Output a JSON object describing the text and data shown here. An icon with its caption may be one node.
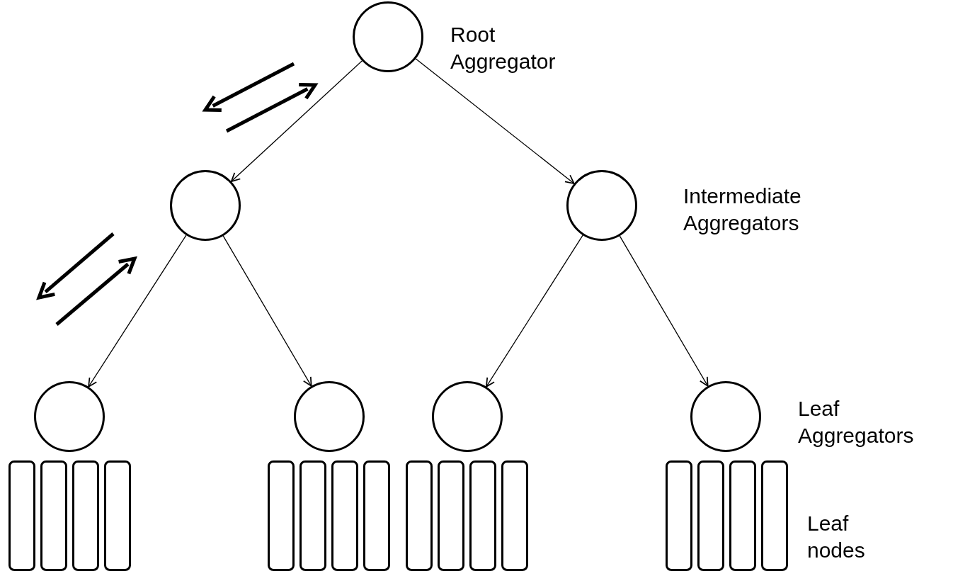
{
  "diagram": {
    "nodes": [
      {
        "text": [],
        "shape": "circle",
        "beside": [
          "Root Aggregator"
        ]
      },
      {
        "text": [],
        "shape": "circle"
      },
      {
        "text": [],
        "shape": "circle"
      },
      {
        "text": [],
        "shape": "circle"
      },
      {
        "text": [],
        "shape": "circle"
      },
      {
        "text": [],
        "shape": "circle"
      },
      {
        "text": [],
        "shape": "circle"
      },
      {
        "text": [],
        "shape": "box"
      },
      {
        "text": [],
        "shape": "box"
      },
      {
        "text": [],
        "shape": "box"
      },
      {
        "text": [],
        "shape": "box"
      },
      {
        "text": [],
        "shape": "box"
      },
      {
        "text": [],
        "shape": "box"
      },
      {
        "text": [],
        "shape": "box"
      },
      {
        "text": [],
        "shape": "box"
      },
      {
        "text": [],
        "shape": "box"
      },
      {
        "text": [],
        "shape": "box"
      },
      {
        "text": [],
        "shape": "box"
      },
      {
        "text": [],
        "shape": "box"
      },
      {
        "text": [],
        "shape": "box"
      },
      {
        "text": [],
        "shape": "box"
      },
      {
        "text": [],
        "shape": "box"
      },
      {
        "text": [],
        "shape": "box"
      }
    ],
    "edges": [
      {
        "from": 0,
        "to": 1,
        "arrow": "to"
      },
      {
        "from": 0,
        "to": 2,
        "arrow": "to"
      },
      {
        "from": 1,
        "to": 3,
        "arrow": "to"
      },
      {
        "from": 1,
        "to": 4,
        "arrow": "to"
      },
      {
        "from": 2,
        "to": 5,
        "arrow": "to"
      },
      {
        "from": 2,
        "to": 6,
        "arrow": "to"
      }
    ],
    "labels": [
      "Intermediate Aggregators",
      "Leaf Aggregators",
      "Leaf nodes"
    ]
  }
}
